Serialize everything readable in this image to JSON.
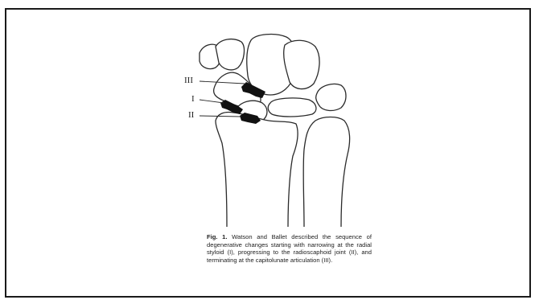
{
  "figure": {
    "labels": {
      "stage_3": "III",
      "stage_1": "I",
      "stage_2": "II"
    },
    "caption": {
      "label": "Fig. 1.",
      "text": "Watson and Ballet described the sequence of degenerative changes starting with narrowing at the radial styloid (I), progressing to the radioscaphoid joint (II), and terminating at the capitolunate articulation (III)."
    }
  }
}
